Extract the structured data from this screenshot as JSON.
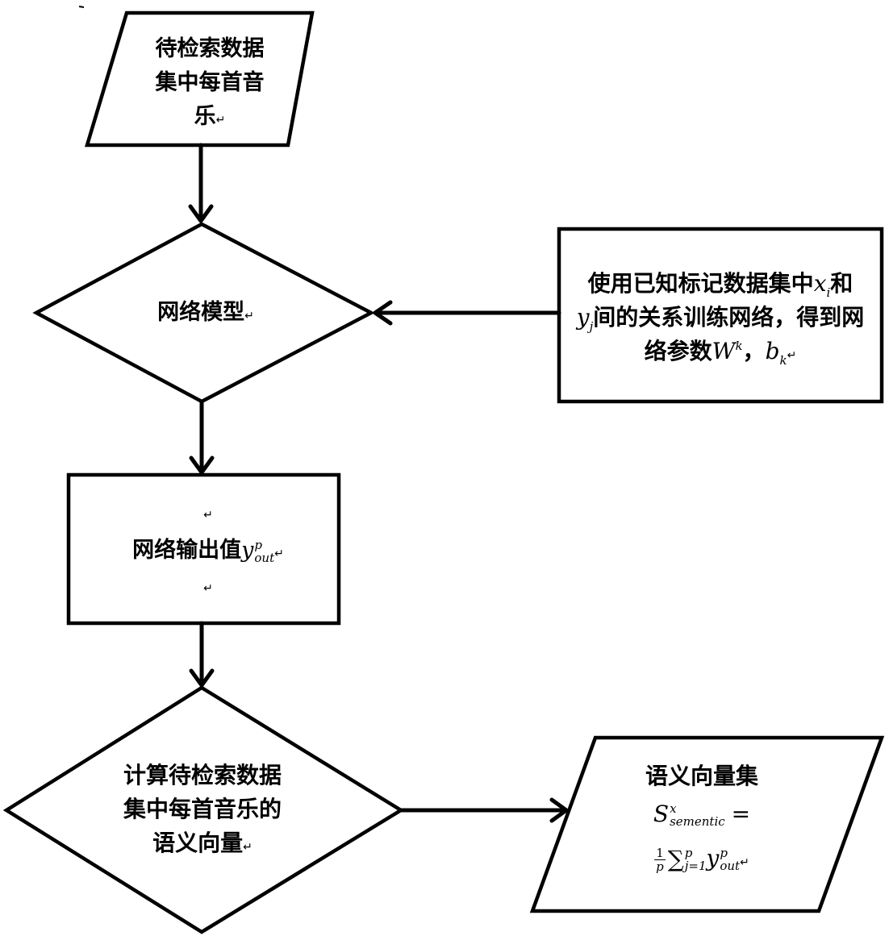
{
  "colors": {
    "stroke": "#000000",
    "background": "#ffffff"
  },
  "diagram": {
    "input_node": {
      "lines": [
        "待检索数据",
        "集中每首音",
        "乐"
      ],
      "return_mark": "↵"
    },
    "model_node": {
      "label": "网络模型",
      "return_mark": "↵"
    },
    "training_node": {
      "line1_text": "使用已知标记数据集中",
      "x_symbol": "x",
      "x_subscript": "i",
      "line1_tail": "和",
      "y_symbol": "y",
      "y_subscript": "j",
      "line2_text": "间的关系训练网络，得到网",
      "line3_text": "络参数",
      "w_symbol": "W",
      "w_superscript": "k",
      "separator": "，",
      "b_symbol": "b",
      "b_subscript": "k",
      "return_mark": "↵"
    },
    "output_node": {
      "top_mark": "↵",
      "label": "网络输出值",
      "y_symbol": "y",
      "y_superscript": "p",
      "y_subscript": "out",
      "return_mark": "↵",
      "bottom_mark": "↵"
    },
    "compute_node": {
      "lines": [
        "计算待检索数据",
        "集中每首音乐的",
        "语义向量"
      ],
      "return_mark": "↵"
    },
    "result_node": {
      "title": "语义向量集",
      "s_symbol": "S",
      "s_superscript": "x",
      "s_subscript": "sementic",
      "equals": "=",
      "frac_numerator": "1",
      "frac_denominator": "p",
      "sum_symbol": "∑",
      "sum_upper": "p",
      "sum_lower": "j=1",
      "y_symbol": "y",
      "y_superscript": "p",
      "y_subscript": "out",
      "return_mark": "↵"
    }
  }
}
